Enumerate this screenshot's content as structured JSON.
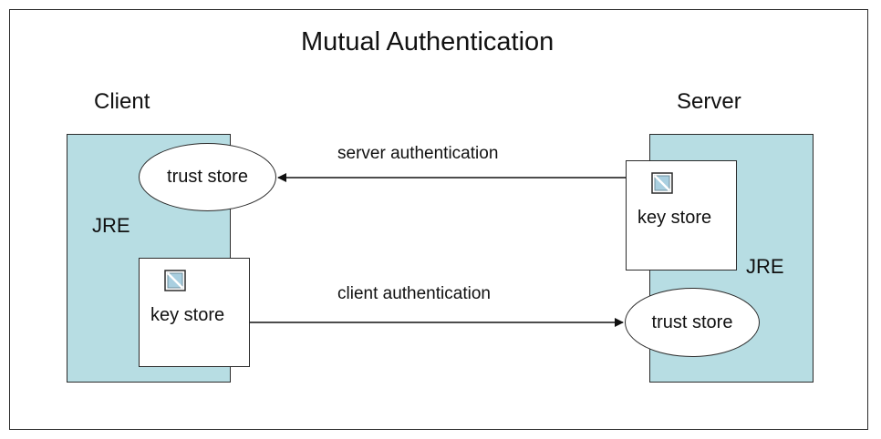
{
  "diagram": {
    "title": "Mutual Authentication",
    "client": {
      "label": "Client",
      "jre_label": "JRE",
      "trust_store_label": "trust store",
      "key_store_label": "key store"
    },
    "server": {
      "label": "Server",
      "jre_label": "JRE",
      "trust_store_label": "trust store",
      "key_store_label": "key store"
    },
    "arrows": {
      "server_auth_label": "server authentication",
      "client_auth_label": "client authentication"
    },
    "colors": {
      "jre_fill": "#b7dde3",
      "outline": "#2b2b2b",
      "icon_fill": "#a9cfe0"
    }
  }
}
